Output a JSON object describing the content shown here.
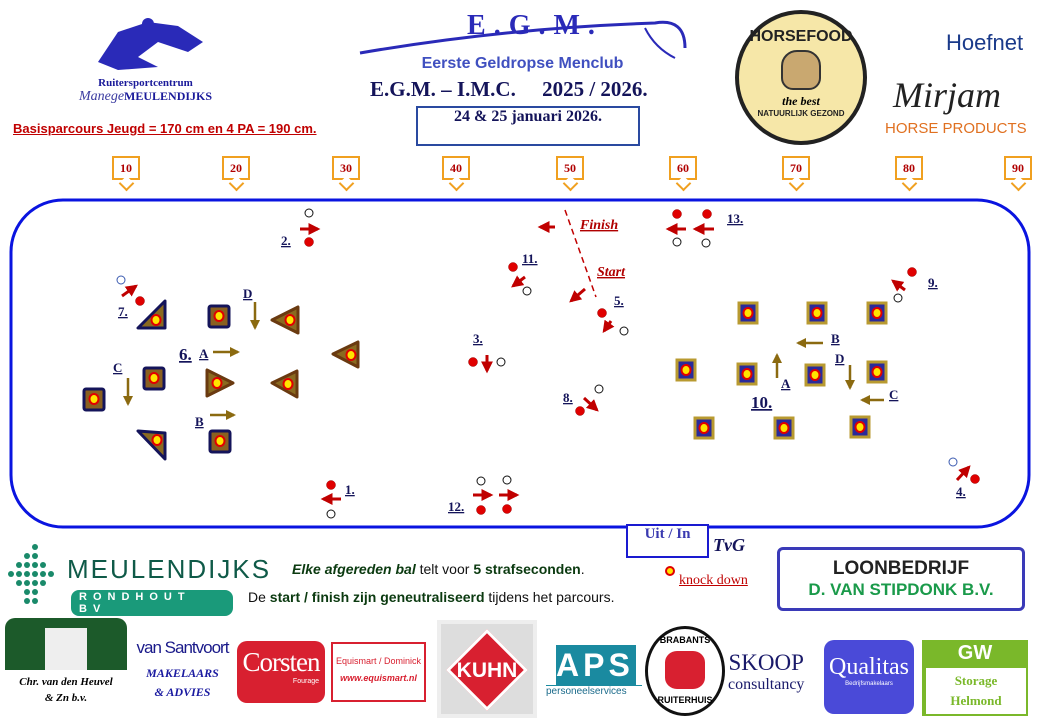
{
  "header": {
    "club_line1": "Ruitersportcentrum",
    "club_line2a": "Manege",
    "club_line2b": "MEULENDIJKS",
    "egm_logo": "E.G.M.",
    "egm_full": "Eerste Geldropse Menclub",
    "title": "E.G.M. – I.M.C.",
    "season": "2025 / 2026.",
    "date": "24 & 25 januari 2026.",
    "basis": "Basisparcours Jeugd = 170 cm en 4 PA = 190 cm.",
    "horsefood": "HORSEFOOD",
    "horsefood_tag": "the best",
    "horsefood_sub": "NATUURLIJK GEZOND",
    "hoefnet": "Hoefnet",
    "mirjam": "Mirjam",
    "mirjam_sub": "HORSE PRODUCTS"
  },
  "markers": [
    "10",
    "20",
    "30",
    "40",
    "50",
    "60",
    "70",
    "80",
    "90"
  ],
  "course": {
    "obstacles": [
      "1.",
      "2.",
      "3.",
      "4.",
      "5.",
      "6.",
      "7.",
      "8.",
      "9.",
      "10.",
      "11.",
      "12.",
      "13."
    ],
    "finish": "Finish",
    "start": "Start",
    "group6_letters": [
      "A",
      "B",
      "C",
      "D"
    ],
    "group10_letters": [
      "A",
      "B",
      "C",
      "D"
    ]
  },
  "colors": {
    "arena": "#0a14e0",
    "ball": "#e00000",
    "arrow": "#c00000",
    "gate_arrow": "#8b6a10",
    "marker": "#f0a020"
  },
  "footer": {
    "rule1": [
      "Elke afgereden bal",
      " telt voor ",
      "5 strafseconden",
      "."
    ],
    "rule2": [
      "De ",
      "start / finish zijn geneutraliseerd",
      " tijdens het parcours."
    ],
    "uit_in": "Uit / In",
    "tvg": "TvG",
    "knock_down": "knock down"
  },
  "sponsors": {
    "meulendijks": [
      "MEULENDIJKS",
      "RONDHOUT BV"
    ],
    "loonbedrijf": [
      "LOONBEDRIJF",
      "D. VAN STIPDONK B.V."
    ],
    "heuvel": [
      "Chr. van den Heuvel",
      "& Zn b.v."
    ],
    "santvoort": [
      "van Santvoort",
      "MAKELAARS",
      "& ADVIES"
    ],
    "corsten": [
      "Corsten",
      "Fourage"
    ],
    "equismart": [
      "Equismart / Dominick",
      "www.equismart.nl"
    ],
    "kuhn": "KUHN",
    "aps": [
      "APS",
      "personeelservices"
    ],
    "brabants": [
      "BRABANTS",
      "RUITERHUIS"
    ],
    "skoop": [
      "SKOOP",
      "consultancy"
    ],
    "qualitas": [
      "Qualitas",
      "Bedrijfsmakelaars"
    ],
    "gw": [
      "GW",
      "Storage",
      "Helmond"
    ]
  }
}
